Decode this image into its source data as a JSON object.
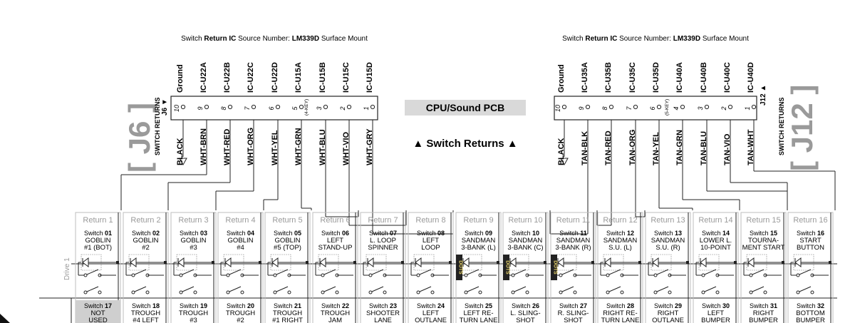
{
  "left_connector": {
    "header_prefix": "Switch ",
    "header_bold": "Return IC",
    "header_mid": " Source Number: ",
    "header_part": "LM339D",
    "header_suffix": " Surface Mount",
    "name": "J6",
    "side_label": "SWITCH RETURNS",
    "pins": [
      {
        "pin": "10",
        "signal": "Ground",
        "wire": "BLACK"
      },
      {
        "pin": "9",
        "signal": "IC-U22A",
        "wire": "WHT-BRN"
      },
      {
        "pin": "8",
        "signal": "IC-U22B",
        "wire": "WHT-RED"
      },
      {
        "pin": "7",
        "signal": "IC-U22C",
        "wire": "WHT-ORG"
      },
      {
        "pin": "6",
        "signal": "IC-U22D",
        "wire": "WHT-YEL"
      },
      {
        "pin": "5",
        "signal": "IC-U15A",
        "wire": "WHT-GRN"
      },
      {
        "pin": "3",
        "signal": "IC-U15B",
        "wire": "WHT-BLU"
      },
      {
        "pin": "2",
        "signal": "IC-U15C",
        "wire": "WHT-VIO"
      },
      {
        "pin": "1",
        "signal": "IC-U15D",
        "wire": "WHT-GRY"
      }
    ],
    "key_label": "(4-KEY)"
  },
  "right_connector": {
    "header_prefix": "Switch ",
    "header_bold": "Return IC",
    "header_mid": " Source Number: ",
    "header_part": "LM339D",
    "header_suffix": " Surface Mount",
    "name": "J12",
    "side_label": "SWITCH RETURNS",
    "pins": [
      {
        "pin": "10",
        "signal": "Ground",
        "wire": "BLACK"
      },
      {
        "pin": "9",
        "signal": "IC-U35A",
        "wire": "TAN-BLK"
      },
      {
        "pin": "8",
        "signal": "IC-U35B",
        "wire": "TAN-RED"
      },
      {
        "pin": "7",
        "signal": "IC-U35C",
        "wire": "TAN-ORG"
      },
      {
        "pin": "6",
        "signal": "IC-U35D",
        "wire": "TAN-YEL"
      },
      {
        "pin": "4",
        "signal": "IC-U40A",
        "wire": "TAN-GRN"
      },
      {
        "pin": "3",
        "signal": "IC-U40B",
        "wire": "TAN-BLU"
      },
      {
        "pin": "2",
        "signal": "IC-U40C",
        "wire": "TAN-VIO"
      },
      {
        "pin": "1",
        "signal": "IC-U40D",
        "wire": "TAN-WHT"
      }
    ],
    "key_label": "(5-KEY)"
  },
  "center": {
    "board": "CPU/Sound PCB",
    "returns_label": "▲ Switch Returns ▲"
  },
  "drive_label": "Drive 1",
  "dots_label": "DOTS",
  "returns": [
    {
      "ret": "Return 1",
      "sw": "Switch ",
      "num": "01",
      "desc": [
        "GOBLIN",
        "#1 (BOT)"
      ]
    },
    {
      "ret": "Return 2",
      "sw": "Switch ",
      "num": "02",
      "desc": [
        "GOBLIN",
        "#2"
      ]
    },
    {
      "ret": "Return 3",
      "sw": "Switch ",
      "num": "03",
      "desc": [
        "GOBLIN",
        "#3"
      ]
    },
    {
      "ret": "Return 4",
      "sw": "Switch ",
      "num": "04",
      "desc": [
        "GOBLIN",
        "#4"
      ]
    },
    {
      "ret": "Return 5",
      "sw": "Switch ",
      "num": "05",
      "desc": [
        "GOBLIN",
        "#5 (TOP)"
      ]
    },
    {
      "ret": "Return 6",
      "sw": "Switch ",
      "num": "06",
      "desc": [
        "LEFT",
        "STAND-UP"
      ]
    },
    {
      "ret": "Return 7",
      "sw": "Switch ",
      "num": "07",
      "desc": [
        "L. LOOP",
        "SPINNER"
      ]
    },
    {
      "ret": "Return 8",
      "sw": "Switch ",
      "num": "08",
      "desc": [
        "LEFT",
        "LOOP"
      ]
    },
    {
      "ret": "Return 9",
      "sw": "Switch ",
      "num": "09",
      "desc": [
        "SANDMAN",
        "3-BANK (L)"
      ]
    },
    {
      "ret": "Return 10",
      "sw": "Switch ",
      "num": "10",
      "desc": [
        "SANDMAN",
        "3-BANK (C)"
      ]
    },
    {
      "ret": "Return 11",
      "sw": "Switch ",
      "num": "11",
      "desc": [
        "SANDMAN",
        "3-BANK (R)"
      ]
    },
    {
      "ret": "Return 12",
      "sw": "Switch ",
      "num": "12",
      "desc": [
        "SANDMAN",
        "S.U. (L)"
      ]
    },
    {
      "ret": "Return 13",
      "sw": "Switch ",
      "num": "13",
      "desc": [
        "SANDMAN",
        "S.U. (R)"
      ]
    },
    {
      "ret": "Return 14",
      "sw": "Switch ",
      "num": "14",
      "desc": [
        "LOWER L.",
        "10-POINT"
      ]
    },
    {
      "ret": "Return 15",
      "sw": "Switch ",
      "num": "15",
      "desc": [
        "TOURNA-",
        "MENT START"
      ]
    },
    {
      "ret": "Return 16",
      "sw": "Switch ",
      "num": "16",
      "desc": [
        "START",
        "BUTTON"
      ]
    }
  ],
  "row2": [
    {
      "sw": "Switch ",
      "num": "17",
      "desc": [
        "NOT",
        "USED"
      ]
    },
    {
      "sw": "Switch ",
      "num": "18",
      "desc": [
        "TROUGH",
        "#4 LEFT"
      ]
    },
    {
      "sw": "Switch ",
      "num": "19",
      "desc": [
        "TROUGH",
        "#3"
      ]
    },
    {
      "sw": "Switch ",
      "num": "20",
      "desc": [
        "TROUGH",
        "#2"
      ]
    },
    {
      "sw": "Switch ",
      "num": "21",
      "desc": [
        "TROUGH",
        "#1 RIGHT"
      ]
    },
    {
      "sw": "Switch ",
      "num": "22",
      "desc": [
        "TROUGH",
        "JAM"
      ]
    },
    {
      "sw": "Switch ",
      "num": "23",
      "desc": [
        "SHOOTER",
        "LANE"
      ]
    },
    {
      "sw": "Switch ",
      "num": "24",
      "desc": [
        "LEFT",
        "OUTLANE"
      ]
    },
    {
      "sw": "Switch ",
      "num": "25",
      "desc": [
        "LEFT RE-",
        "TURN LANE"
      ]
    },
    {
      "sw": "Switch ",
      "num": "26",
      "desc": [
        "L. SLING-",
        "SHOT"
      ]
    },
    {
      "sw": "Switch ",
      "num": "27",
      "desc": [
        "R. SLING-",
        "SHOT"
      ]
    },
    {
      "sw": "Switch ",
      "num": "28",
      "desc": [
        "RIGHT RE-",
        "TURN LANE"
      ]
    },
    {
      "sw": "Switch ",
      "num": "29",
      "desc": [
        "RIGHT",
        "OUTLANE"
      ]
    },
    {
      "sw": "Switch ",
      "num": "30",
      "desc": [
        "LEFT",
        "BUMPER"
      ]
    },
    {
      "sw": "Switch ",
      "num": "31",
      "desc": [
        "RIGHT",
        "BUMPER"
      ]
    },
    {
      "sw": "Switch ",
      "num": "32",
      "desc": [
        "BOTTOM",
        "BUMPER"
      ]
    }
  ]
}
